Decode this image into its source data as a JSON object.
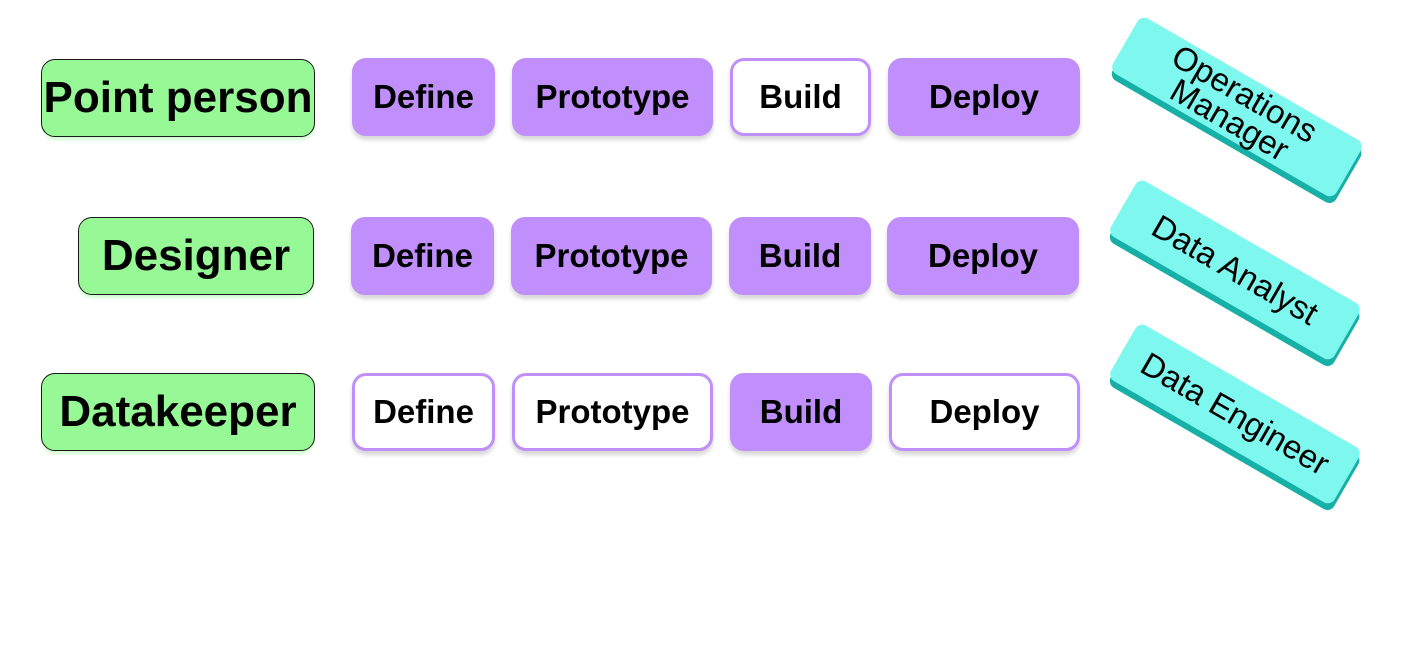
{
  "roles": [
    {
      "label": "Point person",
      "stages": [
        {
          "label": "Define",
          "style": "filled"
        },
        {
          "label": "Prototype",
          "style": "filled"
        },
        {
          "label": "Build",
          "style": "outline"
        },
        {
          "label": "Deploy",
          "style": "filled"
        }
      ]
    },
    {
      "label": "Designer",
      "stages": [
        {
          "label": "Define",
          "style": "filled"
        },
        {
          "label": "Prototype",
          "style": "filled"
        },
        {
          "label": "Build",
          "style": "filled"
        },
        {
          "label": "Deploy",
          "style": "filled"
        }
      ]
    },
    {
      "label": "Datakeeper",
      "stages": [
        {
          "label": "Define",
          "style": "outline"
        },
        {
          "label": "Prototype",
          "style": "outline"
        },
        {
          "label": "Build",
          "style": "filled"
        },
        {
          "label": "Deploy",
          "style": "outline"
        }
      ]
    }
  ],
  "tags": [
    {
      "line1": "Operations",
      "line2": "Manager"
    },
    {
      "line1": "Data Analyst",
      "line2": ""
    },
    {
      "line1": "Data Engineer",
      "line2": ""
    }
  ],
  "colors": {
    "role_fill": "#96f996",
    "stage_fill": "#c18ffb",
    "tag_fill": "#7ef7ee",
    "tag_shadow": "#16b0a6"
  }
}
